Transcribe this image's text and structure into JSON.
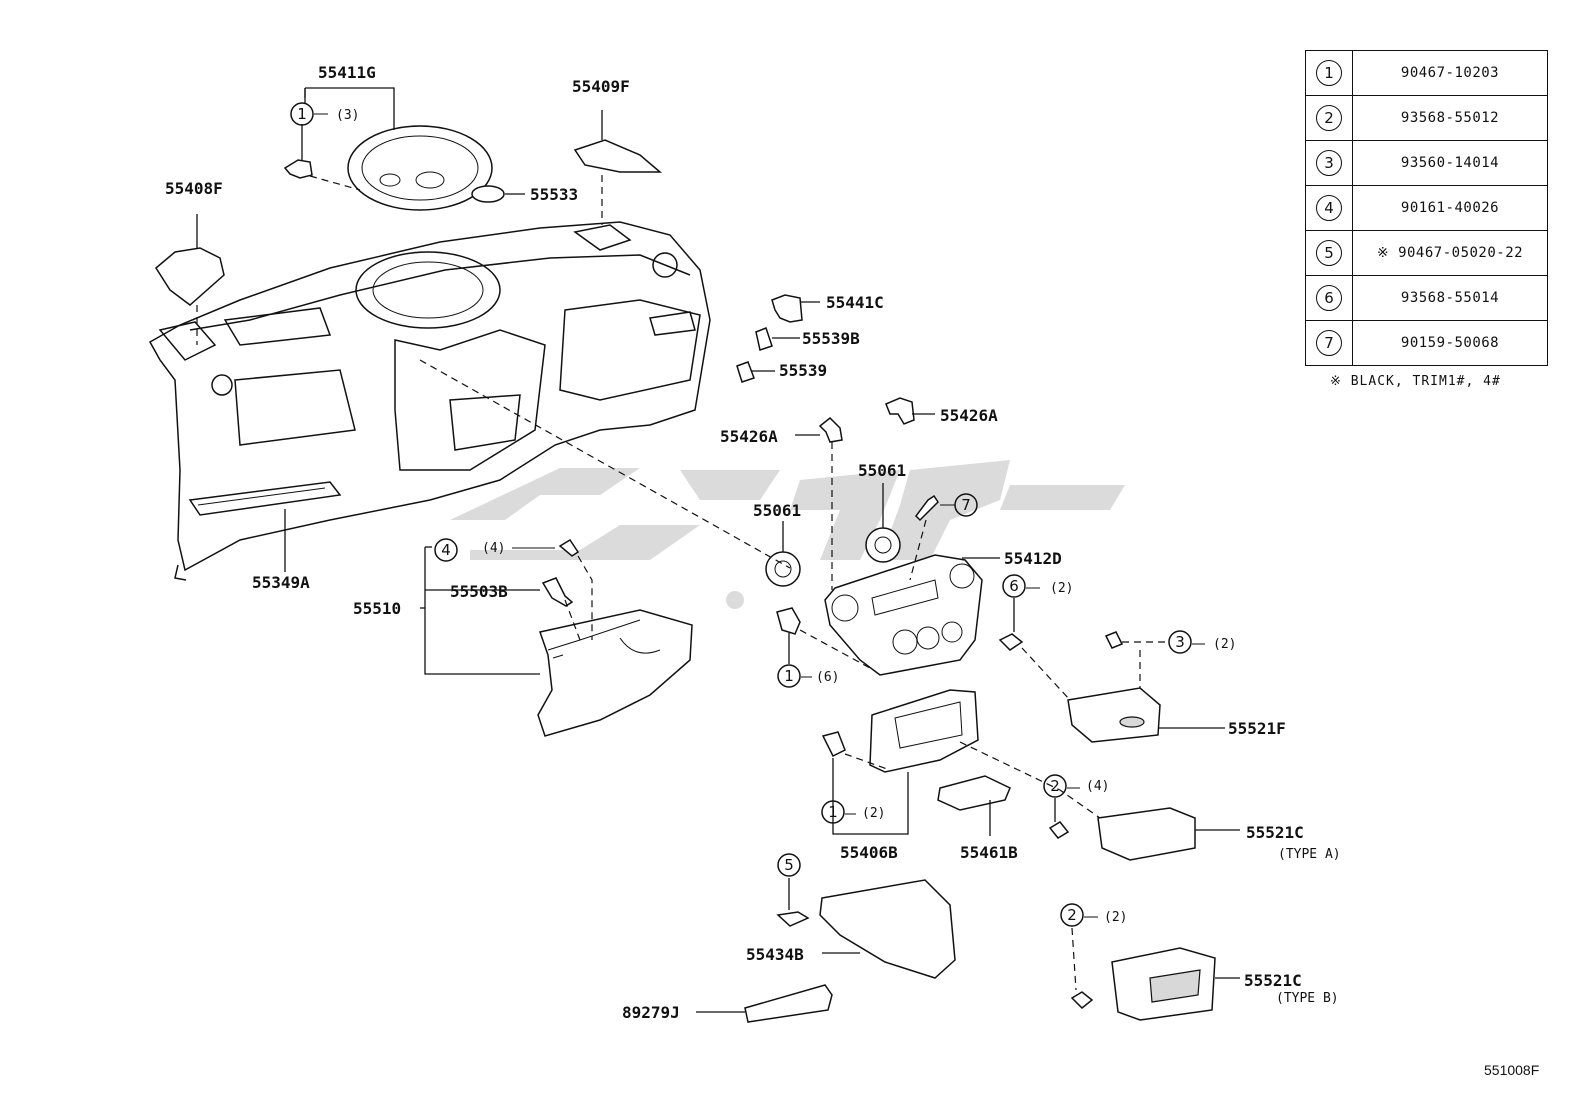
{
  "diagram": {
    "parts": [
      {
        "id": "55411G"
      },
      {
        "id": "55409F"
      },
      {
        "id": "55408F"
      },
      {
        "id": "55533"
      },
      {
        "id": "55441C"
      },
      {
        "id": "55539B"
      },
      {
        "id": "55539"
      },
      {
        "id": "55426A"
      },
      {
        "id": "55426A"
      },
      {
        "id": "55061"
      },
      {
        "id": "55061"
      },
      {
        "id": "55412D"
      },
      {
        "id": "55349A"
      },
      {
        "id": "55510"
      },
      {
        "id": "55503B"
      },
      {
        "id": "55521F"
      },
      {
        "id": "55521C",
        "note": "(TYPE A)"
      },
      {
        "id": "55406B"
      },
      {
        "id": "55461B"
      },
      {
        "id": "55434B"
      },
      {
        "id": "55521C",
        "note": "(TYPE B)"
      },
      {
        "id": "89279J"
      }
    ],
    "callouts": [
      {
        "num": "1",
        "qty": "(3)"
      },
      {
        "num": "4",
        "qty": "(4)"
      },
      {
        "num": "7",
        "qty": ""
      },
      {
        "num": "6",
        "qty": "(2)"
      },
      {
        "num": "3",
        "qty": "(2)"
      },
      {
        "num": "1",
        "qty": "(6)"
      },
      {
        "num": "2",
        "qty": "(4)"
      },
      {
        "num": "1",
        "qty": "(2)"
      },
      {
        "num": "5",
        "qty": ""
      },
      {
        "num": "2",
        "qty": "(2)"
      }
    ],
    "reference_table": [
      {
        "num": "1",
        "part": "90467-10203"
      },
      {
        "num": "2",
        "part": "93568-55012"
      },
      {
        "num": "3",
        "part": "93560-14014"
      },
      {
        "num": "4",
        "part": "90161-40026"
      },
      {
        "num": "5",
        "part": "※ 90467-05020-22"
      },
      {
        "num": "6",
        "part": "93568-55014"
      },
      {
        "num": "7",
        "part": "90159-50068"
      }
    ],
    "table_note": "※ BLACK, TRIM1#, 4#",
    "diagram_code": "551008F"
  }
}
